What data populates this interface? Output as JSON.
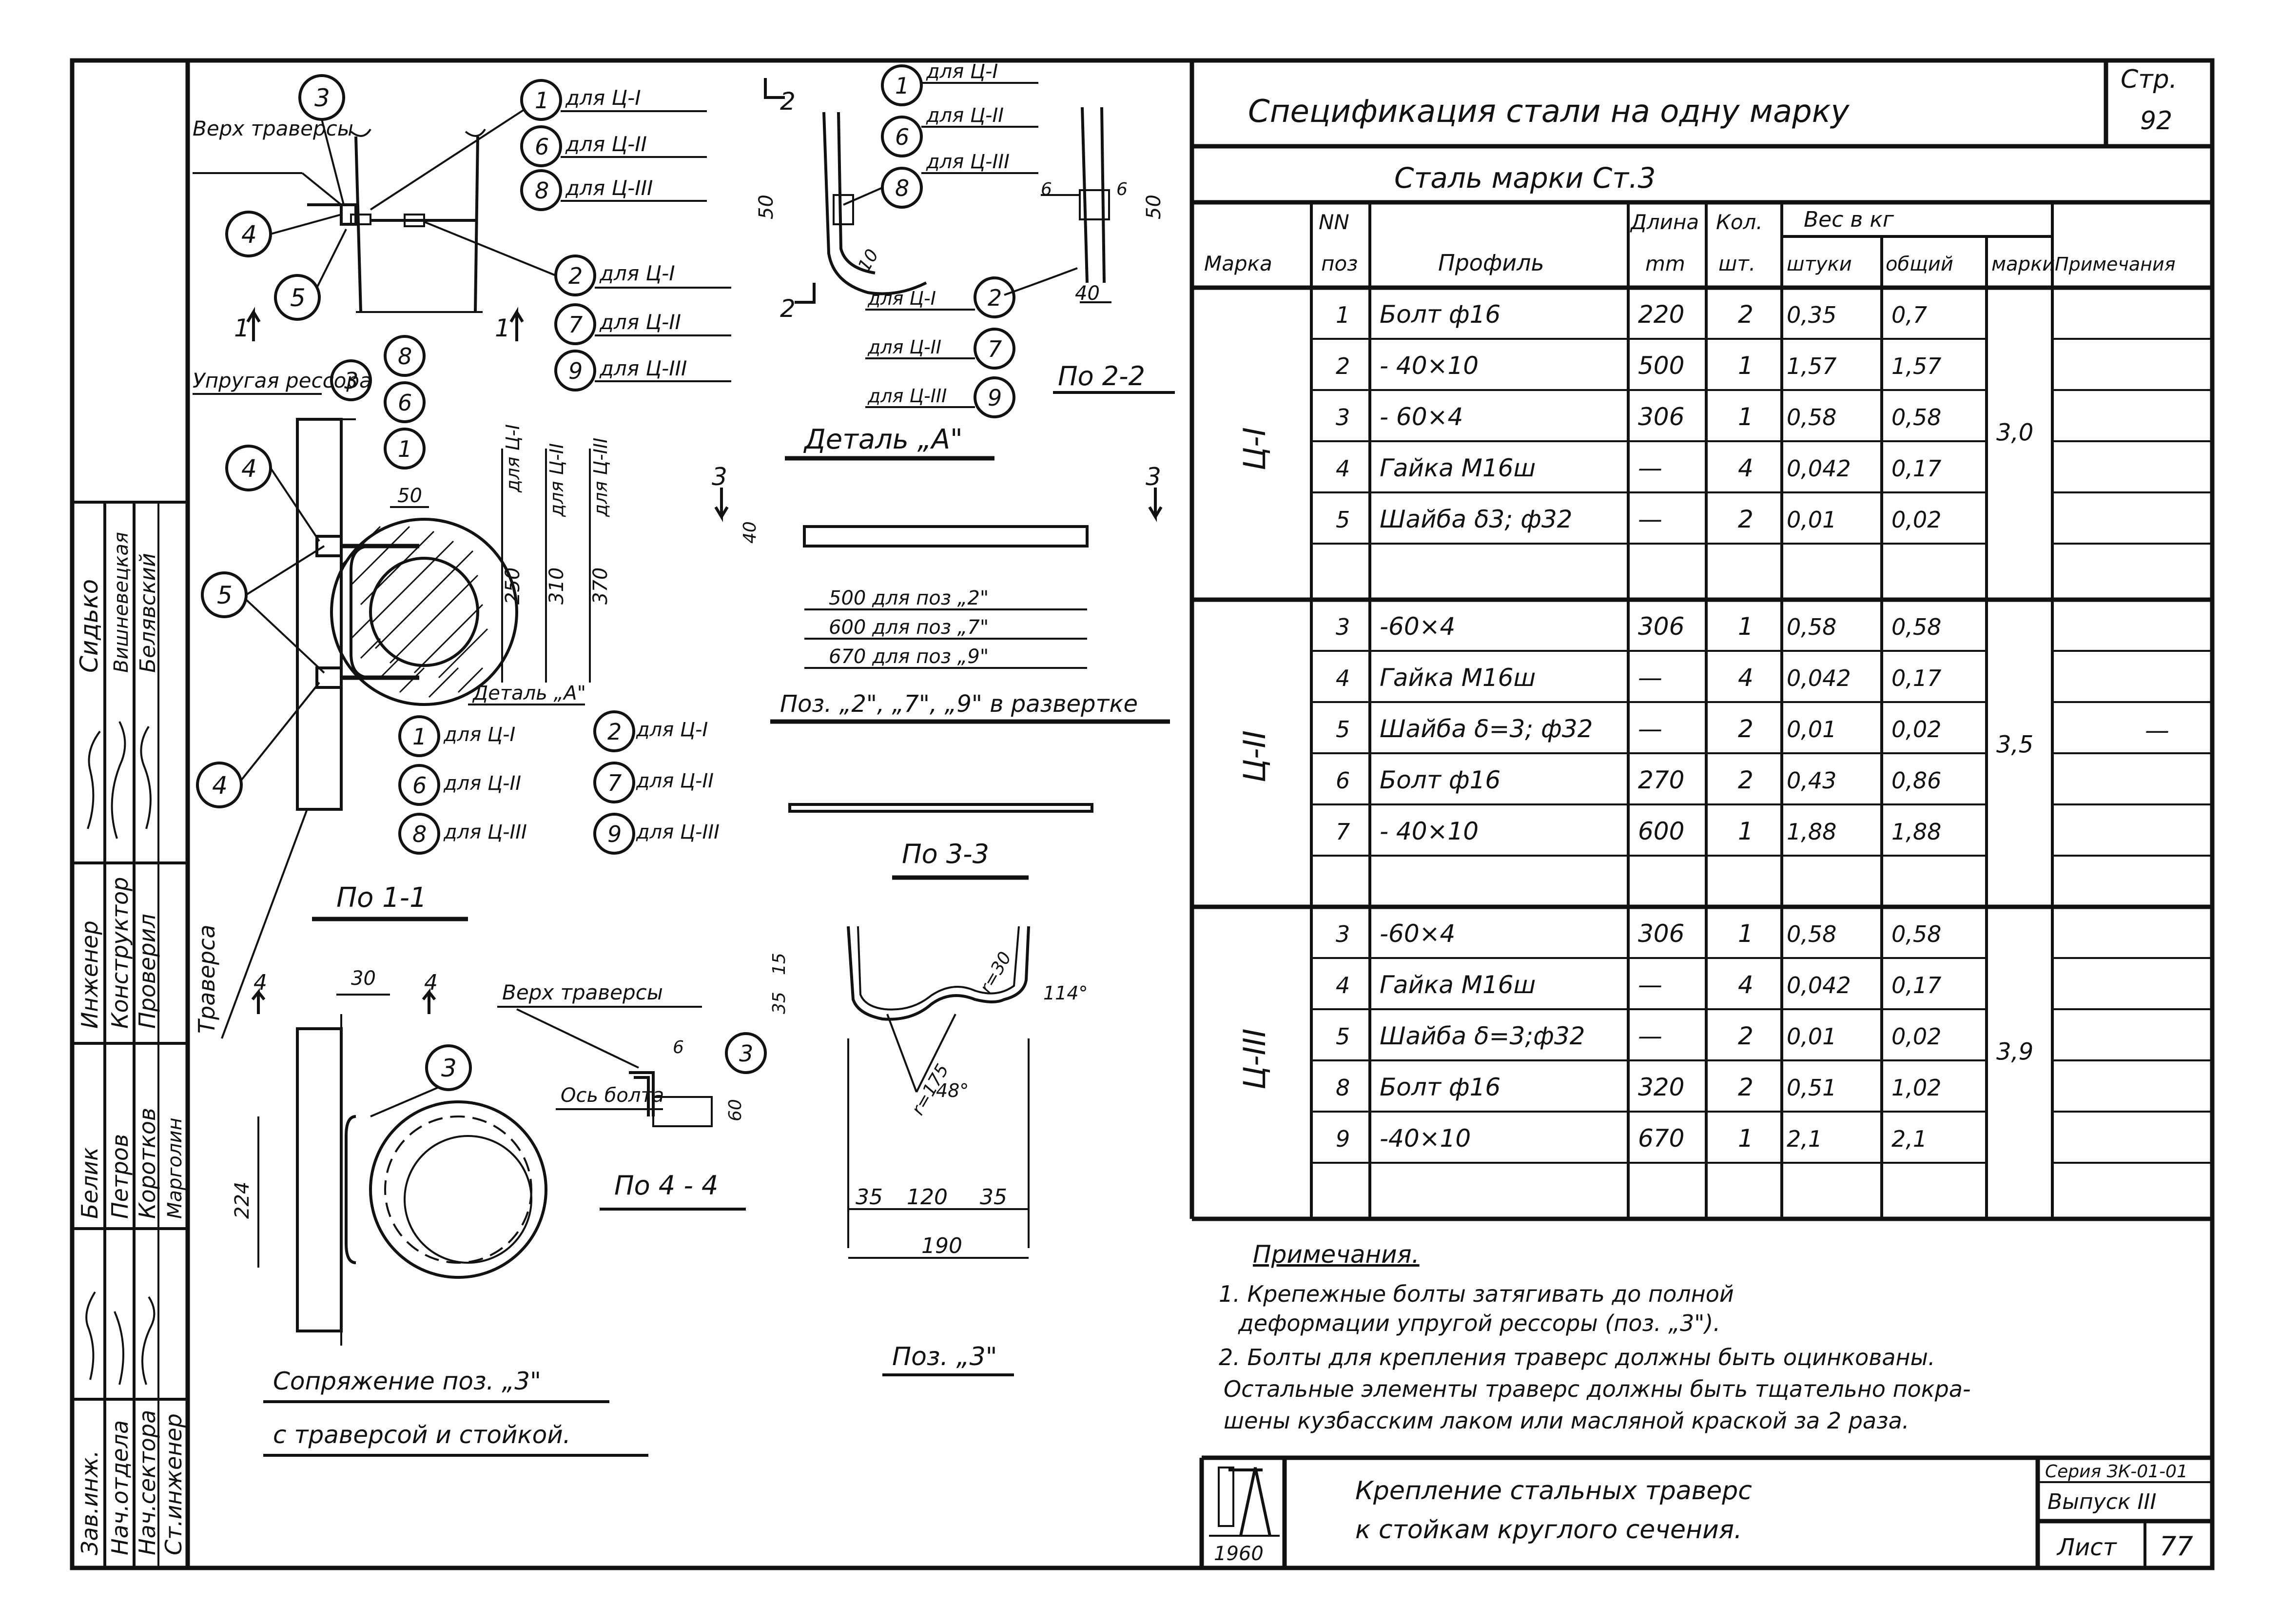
{
  "page": {
    "number_label": "Стр.",
    "number": "92"
  },
  "spec": {
    "title": "Спецификация стали на одну марку",
    "steel": "Сталь марки Ст.3",
    "headers": {
      "marka": "Марка",
      "nn": "NN",
      "poz": "поз",
      "profile": "Профиль",
      "length": "Длина",
      "length_unit": "mm",
      "qty": "Кол.",
      "qty_unit": "шт.",
      "weight": "Вес в кг",
      "w_piece": "штуки",
      "w_total": "общий",
      "w_mark": "марки",
      "note": "Примечания"
    },
    "groups": [
      {
        "mark": "Ц-I",
        "mark_weight": "3,0",
        "rows": [
          {
            "pos": "1",
            "profile": "Болт ф16",
            "length": "220",
            "qty": "2",
            "w_piece": "0,35",
            "w_total": "0,7"
          },
          {
            "pos": "2",
            "profile": "- 40×10",
            "length": "500",
            "qty": "1",
            "w_piece": "1,57",
            "w_total": "1,57"
          },
          {
            "pos": "3",
            "profile": "- 60×4",
            "length": "306",
            "qty": "1",
            "w_piece": "0,58",
            "w_total": "0,58"
          },
          {
            "pos": "4",
            "profile": "Гайка М16ш",
            "length": "—",
            "qty": "4",
            "w_piece": "0,042",
            "w_total": "0,17"
          },
          {
            "pos": "5",
            "profile": "Шайба δ3; ф32",
            "length": "—",
            "qty": "2",
            "w_piece": "0,01",
            "w_total": "0,02"
          }
        ]
      },
      {
        "mark": "Ц-II",
        "mark_weight": "3,5",
        "rows": [
          {
            "pos": "3",
            "profile": "-60×4",
            "length": "306",
            "qty": "1",
            "w_piece": "0,58",
            "w_total": "0,58"
          },
          {
            "pos": "4",
            "profile": "Гайка М16ш",
            "length": "—",
            "qty": "4",
            "w_piece": "0,042",
            "w_total": "0,17"
          },
          {
            "pos": "5",
            "profile": "Шайба δ=3; ф32",
            "length": "—",
            "qty": "2",
            "w_piece": "0,01",
            "w_total": "0,02"
          },
          {
            "pos": "6",
            "profile": "Болт ф16",
            "length": "270",
            "qty": "2",
            "w_piece": "0,43",
            "w_total": "0,86"
          },
          {
            "pos": "7",
            "profile": "- 40×10",
            "length": "600",
            "qty": "1",
            "w_piece": "1,88",
            "w_total": "1,88"
          }
        ]
      },
      {
        "mark": "Ц-III",
        "mark_weight": "3,9",
        "rows": [
          {
            "pos": "3",
            "profile": "-60×4",
            "length": "306",
            "qty": "1",
            "w_piece": "0,58",
            "w_total": "0,58"
          },
          {
            "pos": "4",
            "profile": "Гайка М16ш",
            "length": "—",
            "qty": "4",
            "w_piece": "0,042",
            "w_total": "0,17"
          },
          {
            "pos": "5",
            "profile": "Шайба δ=3;ф32",
            "length": "—",
            "qty": "2",
            "w_piece": "0,01",
            "w_total": "0,02"
          },
          {
            "pos": "8",
            "profile": "Болт ф16",
            "length": "320",
            "qty": "2",
            "w_piece": "0,51",
            "w_total": "1,02"
          },
          {
            "pos": "9",
            "profile": "-40×10",
            "length": "670",
            "qty": "1",
            "w_piece": "2,1",
            "w_total": "2,1"
          }
        ]
      }
    ],
    "note_dash": "—"
  },
  "notes": {
    "title": "Примечания.",
    "lines": [
      "1. Крепежные болты затягивать до полной",
      "деформации упругой рессоры (поз. „3\").",
      "2. Болты для крепления траверс должны быть оцинкованы.",
      "Остальные элементы траверс должны быть тщательно покра-",
      "шены кузбасским лаком или масляной краской за 2 раза."
    ]
  },
  "titleblock": {
    "title_line1": "Крепление стальных траверс",
    "title_line2": "к стойкам круглого сечения.",
    "series": "Серия ЗК-01-01",
    "issue": "Выпуск III",
    "sheet_label": "Лист",
    "sheet": "77",
    "year": "1960"
  },
  "stamp": {
    "roles": [
      "Зав.инж.",
      "Нач.отдела",
      "Нач.сектора",
      "Ст.инженер",
      "Инженер",
      "Конструктор",
      "Проверил"
    ],
    "names": [
      "Белик",
      "Петров",
      "Коротков",
      "Марголин",
      "Сидько",
      "Вишневецкая",
      "Белявский"
    ]
  },
  "drawing": {
    "section_1_1": "По 1-1",
    "section_2_2": "По 2-2",
    "section_3_3": "По 3-3",
    "section_4_4": "По 4 - 4",
    "detail_a": "Деталь „А\"",
    "detail_a_ref": "Деталь „А\"",
    "spring": "Упругая рессора",
    "traverse_top": "Верх траверсы",
    "traverse_top2": "Верх траверсы",
    "traverse": "Траверса",
    "bolt_axis": "Ось болта",
    "pos_label": "Поз. „2\", „7\", „9\" в развертке",
    "pos3_label": "Поз. „3\"",
    "connection_line1": "Сопряжение поз. „3\"",
    "connection_line2": "с траверсой и стойкой.",
    "dev_500": "500 для поз „2\"",
    "dev_600": "600 для поз „7\"",
    "dev_670": "670 для поз „9\"",
    "for_c1": "для Ц-I",
    "for_c2": "для Ц-II",
    "for_c3": "для Ц-III",
    "dims": {
      "d50": "50",
      "d250": "250",
      "d310": "310",
      "d370": "370",
      "d30": "30",
      "d224": "224",
      "d6": "6",
      "d60": "60",
      "d40": "40",
      "d10": "10",
      "d35": "35",
      "d120": "120",
      "d190": "190",
      "d15": "15",
      "r30": "r=30",
      "r175": "r=175",
      "a114": "114°",
      "a48": "48°"
    },
    "callouts": [
      "1",
      "2",
      "3",
      "4",
      "5",
      "6",
      "7",
      "8",
      "9"
    ],
    "section_marks": {
      "s1": "1",
      "s2": "2",
      "s3": "3",
      "s4": "4"
    }
  }
}
